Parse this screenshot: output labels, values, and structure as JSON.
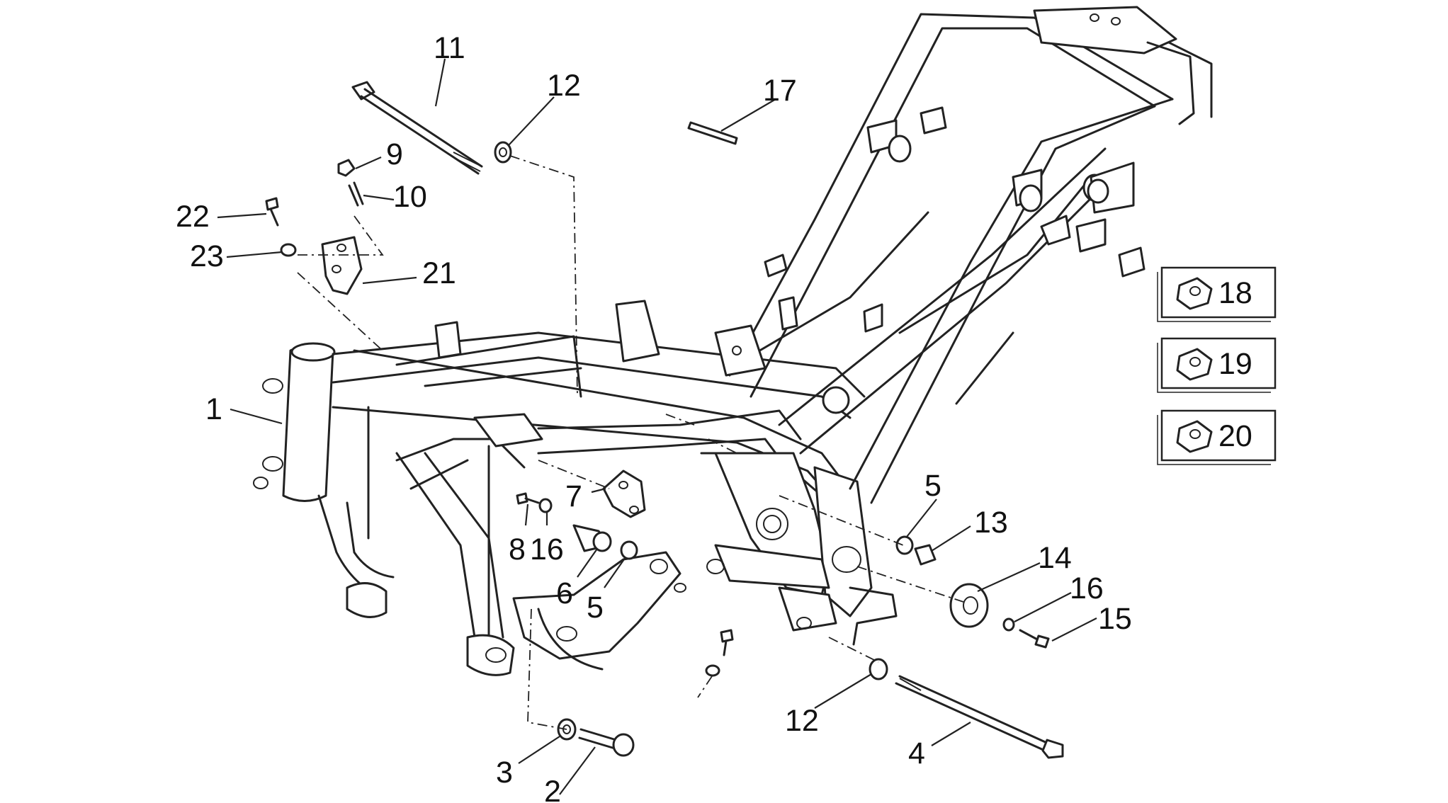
{
  "callouts": {
    "c1": "1",
    "c2": "2",
    "c3": "3",
    "c4": "4",
    "c5a": "5",
    "c5b": "5",
    "c6": "6",
    "c7": "7",
    "c8": "8",
    "c9": "9",
    "c10": "10",
    "c11": "11",
    "c12a": "12",
    "c12b": "12",
    "c13": "13",
    "c14": "14",
    "c15": "15",
    "c16a": "16",
    "c16b": "16",
    "c17": "17",
    "c21": "21",
    "c22": "22",
    "c23": "23"
  },
  "kits": [
    {
      "number": "18",
      "icon": "clip-nut-icon"
    },
    {
      "number": "19",
      "icon": "clip-nut-icon"
    },
    {
      "number": "20",
      "icon": "clip-nut-icon"
    }
  ]
}
